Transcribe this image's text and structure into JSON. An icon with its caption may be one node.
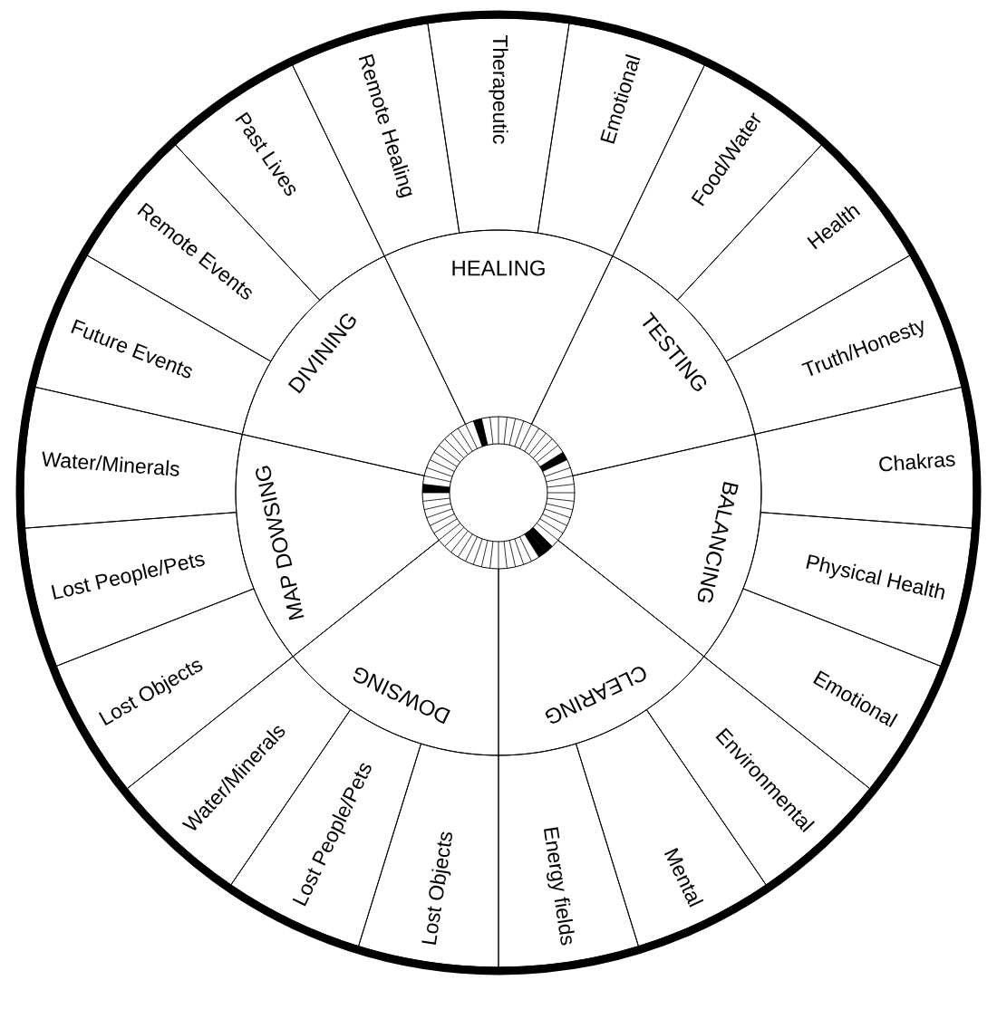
{
  "diagram": {
    "nodes": [
      {
        "text": [
          "HEALING"
        ]
      },
      {
        "text": [
          "TESTING"
        ]
      },
      {
        "text": [
          "BALANCING"
        ]
      },
      {
        "text": [
          "CLEARING"
        ]
      },
      {
        "text": [
          "DOWSING"
        ]
      },
      {
        "text": [
          "MAP DOWSING"
        ]
      },
      {
        "text": [
          "DIVINING"
        ]
      },
      {
        "text": [
          "Remote Healing"
        ]
      },
      {
        "text": [
          "Therapeutic"
        ]
      },
      {
        "text": [
          "Emotional"
        ]
      },
      {
        "text": [
          "Food/Water"
        ]
      },
      {
        "text": [
          "Health"
        ]
      },
      {
        "text": [
          "Truth/Honesty"
        ]
      },
      {
        "text": [
          "Chakras"
        ]
      },
      {
        "text": [
          "Physical Health"
        ]
      },
      {
        "text": [
          "Emotional"
        ]
      },
      {
        "text": [
          "Environmental"
        ]
      },
      {
        "text": [
          "Mental"
        ]
      },
      {
        "text": [
          "Energy fields"
        ]
      },
      {
        "text": [
          "Lost Objects"
        ]
      },
      {
        "text": [
          "Lost People/Pets"
        ]
      },
      {
        "text": [
          "Water/Minerals"
        ]
      },
      {
        "text": [
          "Lost Objects"
        ]
      },
      {
        "text": [
          "Lost People/Pets"
        ]
      },
      {
        "text": [
          "Water/Minerals"
        ]
      },
      {
        "text": [
          "Future Events"
        ]
      },
      {
        "text": [
          "Remote Events"
        ]
      },
      {
        "text": [
          "Past Lives"
        ]
      }
    ]
  }
}
